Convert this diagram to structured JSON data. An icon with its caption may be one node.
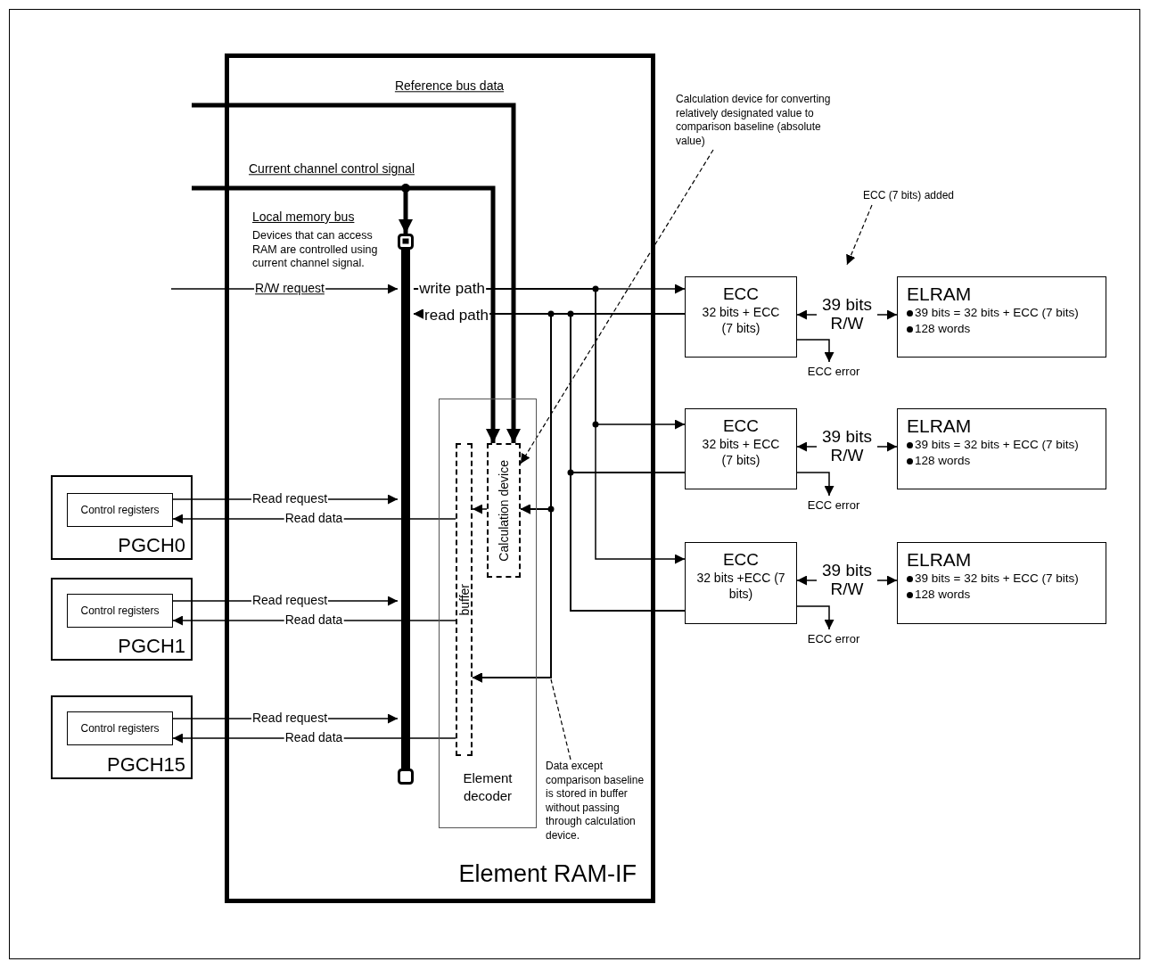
{
  "diagram": {
    "nodes": [
      {
        "text": [
          "Element RAM-IF"
        ]
      },
      {
        "text": [],
        "shape": "bar",
        "in": 0,
        "beside": [
          "Local memory bus",
          "Devices that can access RAM are controlled using current channel signal."
        ]
      },
      {
        "text": [
          "Element decoder"
        ],
        "in": 0
      },
      {
        "text": [
          "buffer"
        ],
        "in": 2
      },
      {
        "text": [
          "Calculation device"
        ],
        "in": 2
      },
      {
        "text": [
          "PGCH0"
        ]
      },
      {
        "text": [
          "Control registers"
        ],
        "in": 5
      },
      {
        "text": [
          "PGCH1"
        ]
      },
      {
        "text": [
          "Control registers"
        ],
        "in": 7
      },
      {
        "text": [
          "PGCH15"
        ]
      },
      {
        "text": [
          "Control registers"
        ],
        "in": 9
      },
      {
        "text": [
          "Calculation device for converting relatively designated value to comparison baseline (absolute value)"
        ]
      },
      {
        "text": [
          "ECC (7 bits) added"
        ]
      },
      {
        "text": [
          "ECC",
          "32 bits + ECC (7 bits)"
        ]
      },
      {
        "text": [
          "ELRAM",
          "39 bits = 32 bits + ECC (7 bits)",
          "128 words"
        ]
      },
      {
        "text": [
          "ECC error"
        ]
      },
      {
        "text": [
          "ECC",
          "32 bits + ECC (7 bits)"
        ]
      },
      {
        "text": [
          "ELRAM",
          "39 bits = 32 bits + ECC (7 bits)",
          "128 words"
        ]
      },
      {
        "text": [
          "ECC error"
        ]
      },
      {
        "text": [
          "ECC",
          "32 bits +ECC (7 bits)"
        ]
      },
      {
        "text": [
          "ELRAM",
          "39 bits = 32 bits + ECC (7 bits)",
          "128 words"
        ]
      },
      {
        "text": [
          "ECC error"
        ]
      },
      {
        "text": [
          "Data except comparison baseline is stored in buffer without passing through calculation device."
        ],
        "in": 0
      }
    ],
    "edges": [
      {
        "from": null,
        "to": 1,
        "arrow": "to",
        "label": "R/W request"
      },
      {
        "from": null,
        "to": 4,
        "arrow": "to",
        "label": "Reference bus data",
        "style": "thick"
      },
      {
        "from": null,
        "to": 4,
        "arrow": "to",
        "label": "Current channel control signal",
        "style": "thick"
      },
      {
        "from": null,
        "to": 1,
        "arrow": "to",
        "style": "thick"
      },
      {
        "from": 1,
        "to": 13,
        "arrow": "to",
        "label": "write path"
      },
      {
        "from": 1,
        "to": 16,
        "arrow": "to"
      },
      {
        "from": 1,
        "to": 19,
        "arrow": "to"
      },
      {
        "from": 13,
        "to": 1,
        "arrow": "to",
        "label": "read path"
      },
      {
        "from": 16,
        "to": 1,
        "arrow": "to"
      },
      {
        "from": 19,
        "to": 1,
        "arrow": "to"
      },
      {
        "from": 13,
        "to": 4,
        "arrow": "to"
      },
      {
        "from": 16,
        "to": 4,
        "arrow": "to"
      },
      {
        "from": 19,
        "to": 4,
        "arrow": "to"
      },
      {
        "from": 13,
        "to": 3,
        "arrow": "to"
      },
      {
        "from": 16,
        "to": 3,
        "arrow": "to"
      },
      {
        "from": 19,
        "to": 3,
        "arrow": "to"
      },
      {
        "from": 4,
        "to": 3,
        "arrow": "to"
      },
      {
        "from": 6,
        "to": 1,
        "arrow": "to",
        "label": "Read request"
      },
      {
        "from": 8,
        "to": 1,
        "arrow": "to",
        "label": "Read request"
      },
      {
        "from": 10,
        "to": 1,
        "arrow": "to",
        "label": "Read request"
      },
      {
        "from": 3,
        "to": 6,
        "arrow": "to",
        "label": "Read data"
      },
      {
        "from": 3,
        "to": 8,
        "arrow": "to",
        "label": "Read data"
      },
      {
        "from": 3,
        "to": 10,
        "arrow": "to",
        "label": "Read data"
      },
      {
        "from": 13,
        "to": 14,
        "arrow": "both",
        "label": "39 bits R/W"
      },
      {
        "from": 16,
        "to": 17,
        "arrow": "both",
        "label": "39 bits R/W"
      },
      {
        "from": 19,
        "to": 20,
        "arrow": "both",
        "label": "39 bits R/W"
      },
      {
        "from": 13,
        "to": 15,
        "arrow": "to"
      },
      {
        "from": 16,
        "to": 18,
        "arrow": "to"
      },
      {
        "from": 19,
        "to": 21,
        "arrow": "to"
      },
      {
        "from": 11,
        "to": 4,
        "arrow": "to",
        "style": "dashed"
      },
      {
        "from": 12,
        "to": null,
        "arrow": "to",
        "style": "dashed"
      },
      {
        "from": 22,
        "to": null,
        "arrow": "none",
        "style": "dashed"
      }
    ]
  }
}
